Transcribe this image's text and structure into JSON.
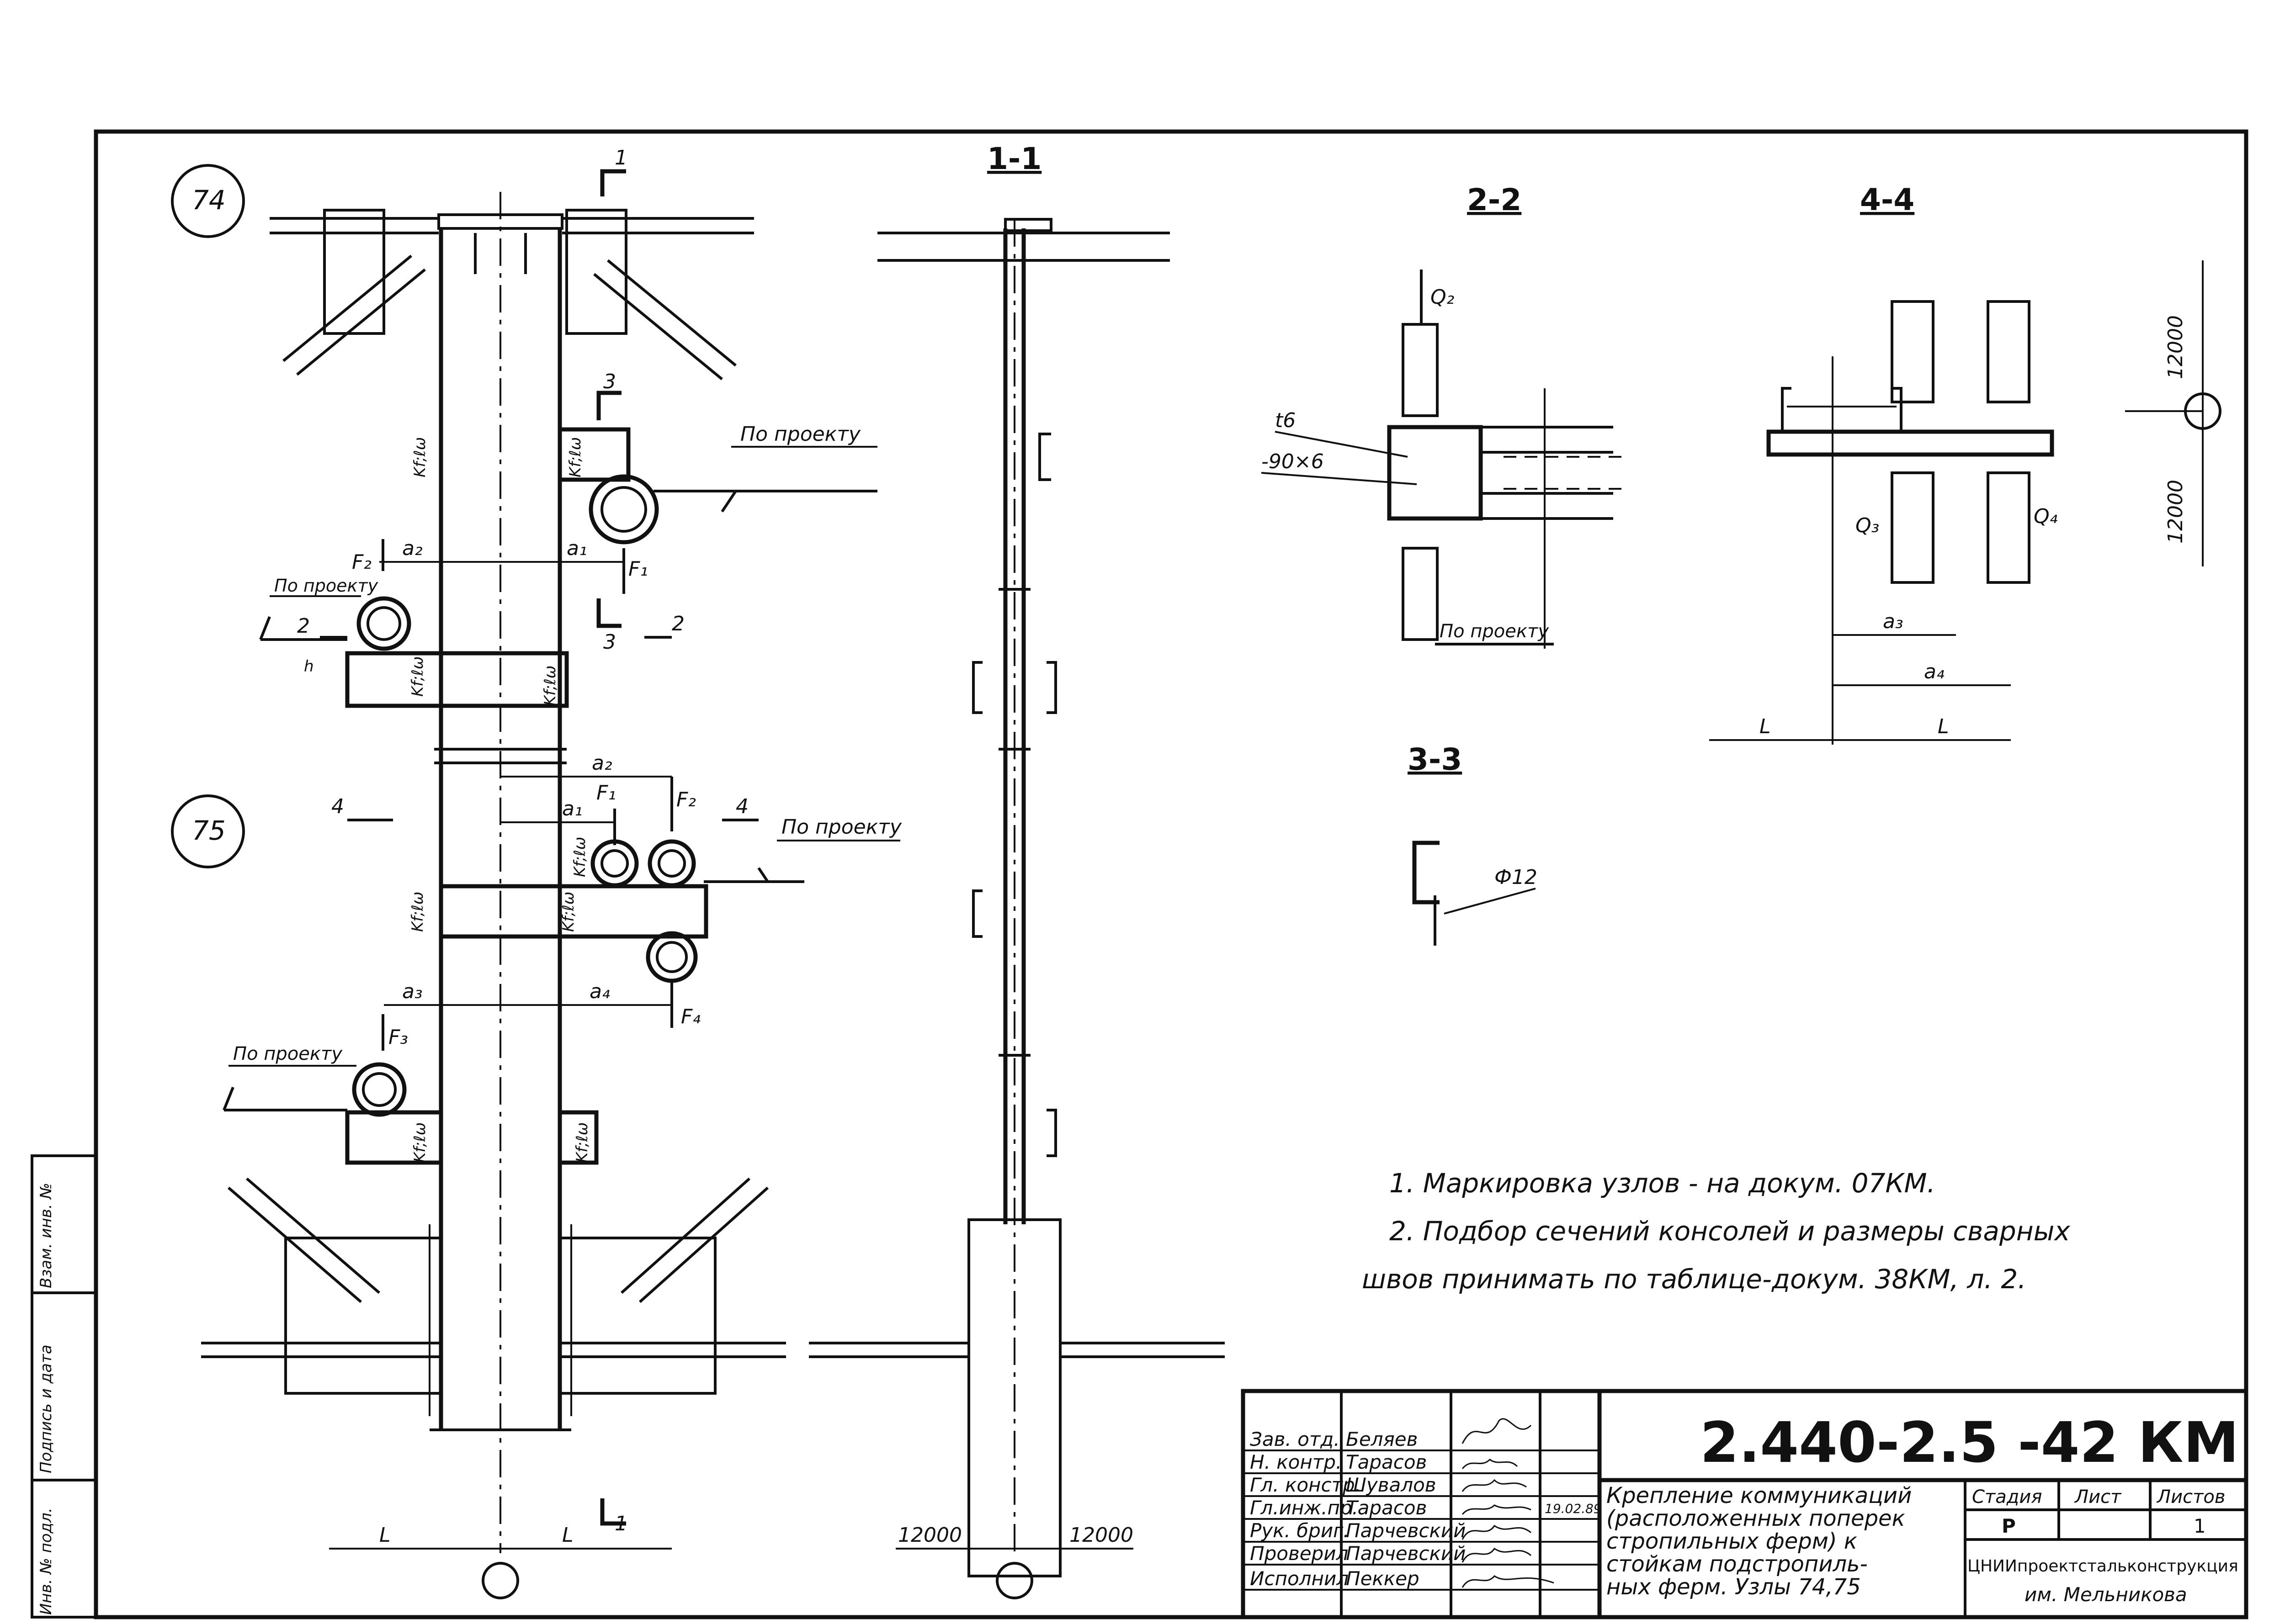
{
  "nodes": {
    "node_a": "74",
    "node_b": "75"
  },
  "sections": {
    "s11": "1-1",
    "s22": "2-2",
    "s33": "3-3",
    "s44": "4-4"
  },
  "cut_marks": {
    "one": "1",
    "two": "2",
    "three": "3",
    "four": "4"
  },
  "labels": {
    "po_proektu": "По проекту",
    "kf_lw": "Kf;ℓω",
    "a1": "a₁",
    "a2": "a₂",
    "a3": "a₃",
    "a4": "a₄",
    "F1": "F₁",
    "F2": "F₂",
    "F3": "F₃",
    "F4": "F₄",
    "Q2": "Q₂",
    "Q3": "Q₃",
    "Q4": "Q₄",
    "h": "h",
    "t6": "t6",
    "plate": "-90×6",
    "phi12": "Ф12",
    "L": "L",
    "dim_12000": "12000"
  },
  "notes": [
    "1. Маркировка узлов - на докум. 07КМ.",
    "2. Подбор сечений консолей и размеры сварных",
    "швов принимать по таблице-докум. 38КМ, л. 2."
  ],
  "side_stamp": [
    "Инв. № подл.",
    "Подпись и дата",
    "Взам. инв. №"
  ],
  "title_block": {
    "code": "2.440-2.5 -42 КМ",
    "roles": [
      "Зав. отд.",
      "Н. контр.",
      "Гл. констр.",
      "Гл.инж.пр.",
      "Рук. бриг.",
      "Проверил",
      "Исполнил"
    ],
    "names": [
      "Беляев",
      "Тарасов",
      "Шувалов",
      "Тарасов",
      "Парчевский",
      "Парчевский",
      "Пеккер"
    ],
    "date": "19.02.89",
    "description": [
      "Крепление коммуникаций",
      "(расположенных поперек",
      "стропильных ферм) к",
      "стойкам подстропиль-",
      "ных ферм. Узлы 74,75"
    ],
    "stage_label": "Стадия",
    "sheet_label": "Лист",
    "sheets_label": "Листов",
    "stage": "Р",
    "sheets": "1",
    "org": [
      "ЦНИИпроектстальконструкция",
      "им. Мельникова"
    ]
  }
}
